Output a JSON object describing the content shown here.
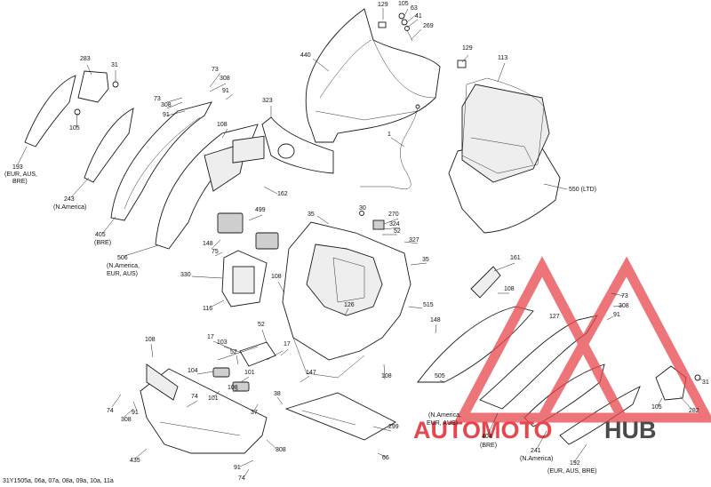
{
  "diagram_code": "31Y1505a, 06a, 07a, 08a, 09a, 10a, 11a",
  "watermark": {
    "brand_left": "AUTOMOTO",
    "brand_right": "HUB",
    "color_main": "#e8464d",
    "color_dark": "#4a4a4a"
  },
  "callouts": [
    {
      "id": "129a",
      "text": "129"
    },
    {
      "id": "105a",
      "text": "105"
    },
    {
      "id": "63",
      "text": "63"
    },
    {
      "id": "41",
      "text": "41"
    },
    {
      "id": "269",
      "text": "269"
    },
    {
      "id": "440",
      "text": "440"
    },
    {
      "id": "129b",
      "text": "129"
    },
    {
      "id": "113",
      "text": "113"
    },
    {
      "id": "283a",
      "text": "283"
    },
    {
      "id": "31a",
      "text": "31"
    },
    {
      "id": "73a",
      "text": "73"
    },
    {
      "id": "308a",
      "text": "308"
    },
    {
      "id": "73b",
      "text": "73"
    },
    {
      "id": "308b",
      "text": "308"
    },
    {
      "id": "91a",
      "text": "91"
    },
    {
      "id": "91b",
      "text": "91"
    },
    {
      "id": "105b",
      "text": "105"
    },
    {
      "id": "108a",
      "text": "108"
    },
    {
      "id": "323",
      "text": "323"
    },
    {
      "id": "1",
      "text": "1"
    },
    {
      "id": "550",
      "text": "550 (LTD)"
    },
    {
      "id": "162",
      "text": "162"
    },
    {
      "id": "193",
      "text": "193"
    },
    {
      "id": "193n1",
      "text": "(EUR, AUS,"
    },
    {
      "id": "193n2",
      "text": "BRE)"
    },
    {
      "id": "243",
      "text": "243"
    },
    {
      "id": "243n",
      "text": "(N.America)"
    },
    {
      "id": "405",
      "text": "405"
    },
    {
      "id": "405n",
      "text": "(BRE)"
    },
    {
      "id": "499",
      "text": "499"
    },
    {
      "id": "35a",
      "text": "35"
    },
    {
      "id": "30",
      "text": "30"
    },
    {
      "id": "270",
      "text": "270"
    },
    {
      "id": "324",
      "text": "324"
    },
    {
      "id": "52a",
      "text": "52"
    },
    {
      "id": "327",
      "text": "327"
    },
    {
      "id": "148a",
      "text": "148"
    },
    {
      "id": "75",
      "text": "75"
    },
    {
      "id": "506",
      "text": "506"
    },
    {
      "id": "506n1",
      "text": "(N.America,"
    },
    {
      "id": "506n2",
      "text": "EUR, AUS)"
    },
    {
      "id": "35b",
      "text": "35"
    },
    {
      "id": "161",
      "text": "161"
    },
    {
      "id": "330",
      "text": "330"
    },
    {
      "id": "108b",
      "text": "108"
    },
    {
      "id": "108c",
      "text": "108"
    },
    {
      "id": "515",
      "text": "515"
    },
    {
      "id": "116",
      "text": "116"
    },
    {
      "id": "126",
      "text": "126"
    },
    {
      "id": "73c",
      "text": "73"
    },
    {
      "id": "308c",
      "text": "308"
    },
    {
      "id": "91c",
      "text": "91"
    },
    {
      "id": "127",
      "text": "127"
    },
    {
      "id": "148b",
      "text": "148"
    },
    {
      "id": "108d",
      "text": "108"
    },
    {
      "id": "17a",
      "text": "17"
    },
    {
      "id": "103",
      "text": "103"
    },
    {
      "id": "52b",
      "text": "52"
    },
    {
      "id": "17b",
      "text": "17"
    },
    {
      "id": "52c",
      "text": "52"
    },
    {
      "id": "101a",
      "text": "101"
    },
    {
      "id": "104",
      "text": "104"
    },
    {
      "id": "147",
      "text": "147"
    },
    {
      "id": "108e",
      "text": "108"
    },
    {
      "id": "101b",
      "text": "101"
    },
    {
      "id": "108f",
      "text": "108"
    },
    {
      "id": "38",
      "text": "38"
    },
    {
      "id": "31b",
      "text": "31"
    },
    {
      "id": "282",
      "text": "282"
    },
    {
      "id": "105c",
      "text": "105"
    },
    {
      "id": "74a",
      "text": "74"
    },
    {
      "id": "74b",
      "text": "74"
    },
    {
      "id": "37",
      "text": "37"
    },
    {
      "id": "308d",
      "text": "308"
    },
    {
      "id": "91d",
      "text": "91"
    },
    {
      "id": "505",
      "text": "505"
    },
    {
      "id": "505n1",
      "text": "(N.America,"
    },
    {
      "id": "505n2",
      "text": "EUR, AUS)"
    },
    {
      "id": "299",
      "text": "299"
    },
    {
      "id": "241",
      "text": "241"
    },
    {
      "id": "241n",
      "text": "(N.America)"
    },
    {
      "id": "404",
      "text": "404"
    },
    {
      "id": "404n",
      "text": "(BRE)"
    },
    {
      "id": "192",
      "text": "192"
    },
    {
      "id": "192n",
      "text": "(EUR, AUS, BRE)"
    },
    {
      "id": "435",
      "text": "435"
    },
    {
      "id": "308e",
      "text": "308"
    },
    {
      "id": "91e",
      "text": "91"
    },
    {
      "id": "66",
      "text": "66"
    },
    {
      "id": "74c",
      "text": "74"
    }
  ]
}
